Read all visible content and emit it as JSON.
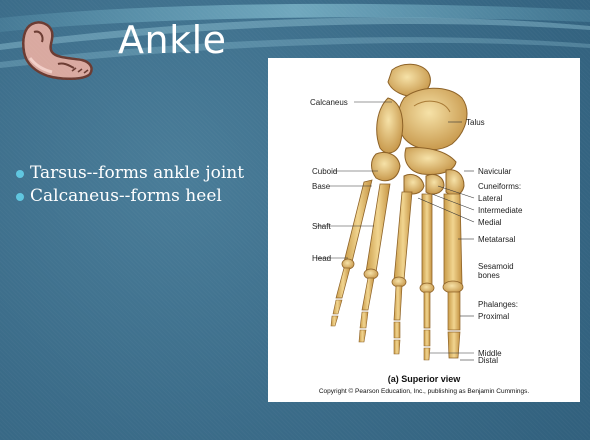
{
  "slide": {
    "title": "Ankle",
    "icon": "foot-clipart-icon",
    "colors": {
      "background": "#3d6f8c",
      "text": "#ffffff",
      "bullet": "#5fc6e0"
    },
    "bullets": [
      "Tarsus--forms ankle joint",
      "Calcaneus--forms heel"
    ]
  },
  "figure": {
    "left_labels": {
      "calcaneus": "Calcaneus",
      "cuboid": "Cuboid",
      "base": "Base",
      "shaft": "Shaft",
      "head": "Head"
    },
    "right_labels": {
      "talus": "Talus",
      "navicular": "Navicular",
      "cuneiforms": "Cuneiforms:",
      "lateral": "Lateral",
      "intermediate": "Intermediate",
      "medial": "Medial",
      "metatarsal": "Metatarsal",
      "sesamoid_1": "Sesamoid",
      "sesamoid_2": "bones",
      "phalanges": "Phalanges:",
      "proximal": "Proximal",
      "middle": "Middle",
      "distal": "Distal"
    },
    "caption": "(a) Superior view",
    "copyright": "Copyright © Pearson Education, Inc., publishing as Benjamin Cummings."
  }
}
